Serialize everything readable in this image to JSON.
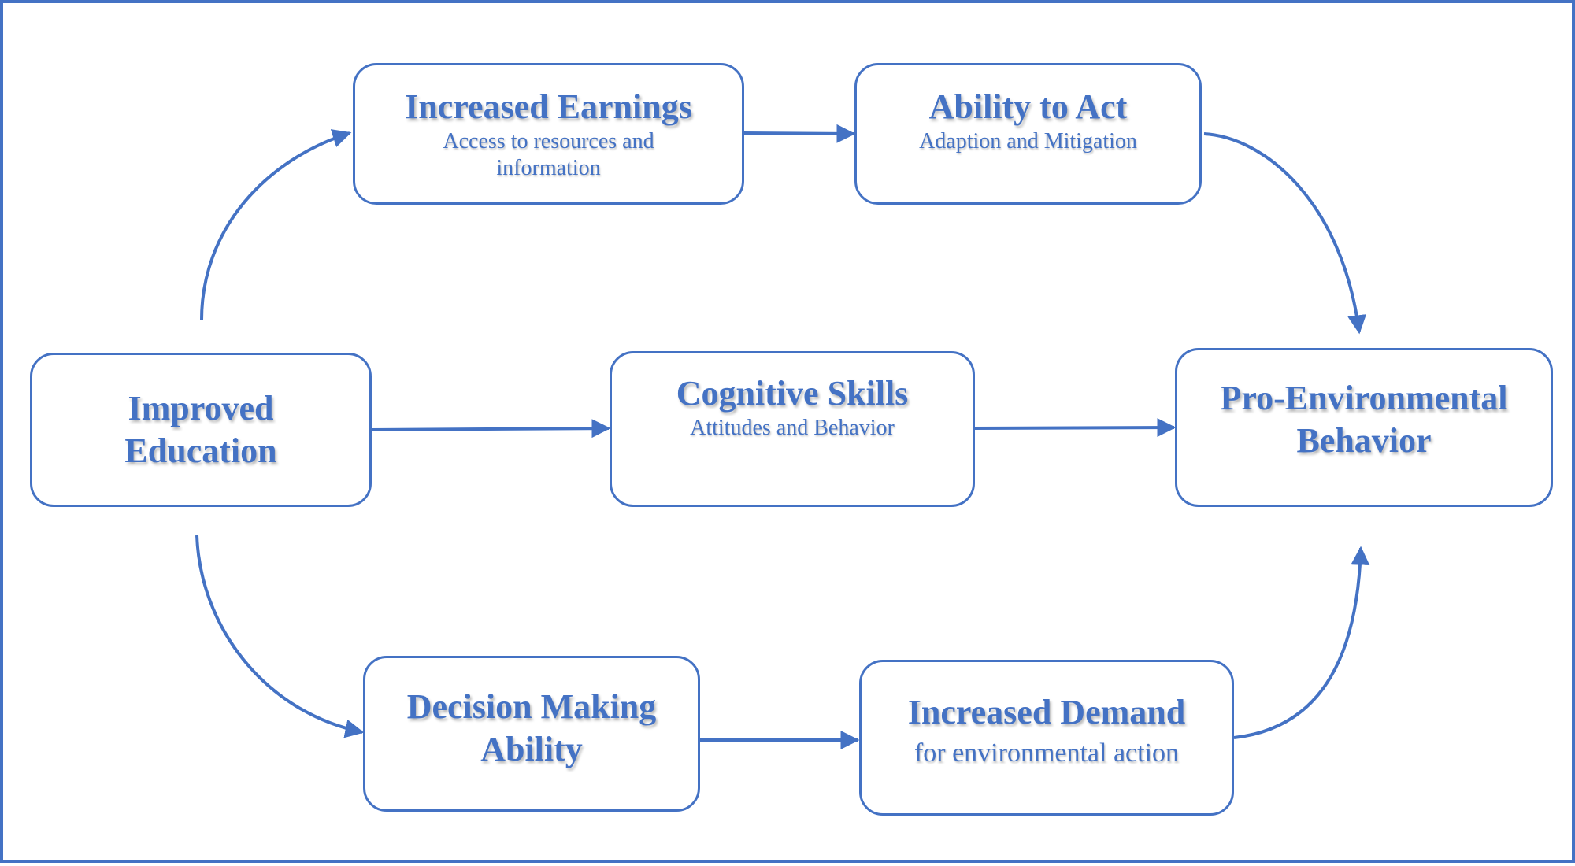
{
  "colors": {
    "accent": "#4472C4",
    "background": "#FFFFFF"
  },
  "nodes": {
    "improved_education": {
      "title": "Improved Education"
    },
    "increased_earnings": {
      "title": "Increased Earnings",
      "subtitle": "Access to resources and information"
    },
    "ability_to_act": {
      "title": "Ability to Act",
      "subtitle": "Adaption and Mitigation"
    },
    "cognitive_skills": {
      "title": "Cognitive Skills",
      "subtitle": "Attitudes and Behavior"
    },
    "pro_environmental": {
      "title": "Pro-Environmental Behavior"
    },
    "decision_making": {
      "title": "Decision Making Ability"
    },
    "increased_demand": {
      "title": "Increased Demand",
      "subtitle": "for environmental action"
    }
  },
  "edges": [
    {
      "from": "improved_education",
      "to": "increased_earnings"
    },
    {
      "from": "increased_earnings",
      "to": "ability_to_act"
    },
    {
      "from": "ability_to_act",
      "to": "pro_environmental"
    },
    {
      "from": "improved_education",
      "to": "cognitive_skills"
    },
    {
      "from": "cognitive_skills",
      "to": "pro_environmental"
    },
    {
      "from": "improved_education",
      "to": "decision_making"
    },
    {
      "from": "decision_making",
      "to": "increased_demand"
    },
    {
      "from": "increased_demand",
      "to": "pro_environmental"
    }
  ]
}
